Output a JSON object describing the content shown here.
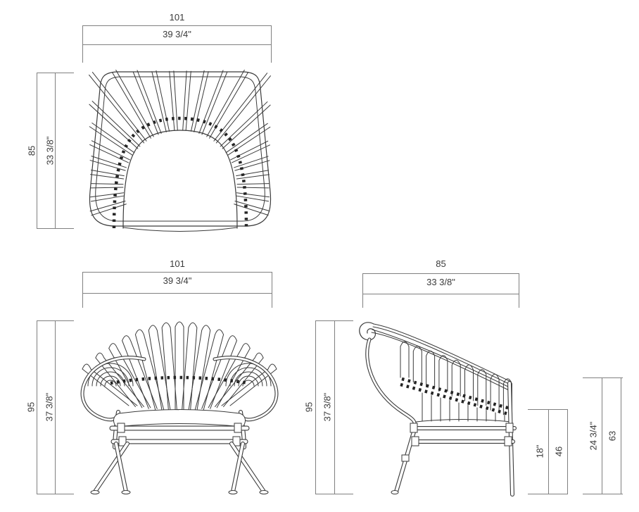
{
  "document": {
    "kind": "furniture-dimension-drawing",
    "views": [
      "top-view",
      "front-view",
      "side-view"
    ]
  },
  "colors": {
    "background": "#ffffff",
    "dim_line": "#808080",
    "text": "#3a3a3a",
    "drawing": "#3a3a3a"
  },
  "dims": {
    "top_width": {
      "cm": "101",
      "inch": "39 3/4\""
    },
    "top_depth": {
      "cm": "85",
      "inch": "33 3/8\""
    },
    "front_width": {
      "cm": "101",
      "inch": "39 3/4\""
    },
    "front_height": {
      "cm": "95",
      "inch": "37 3/8\""
    },
    "side_depth": {
      "cm": "85",
      "inch": "33 3/8\""
    },
    "side_height": {
      "cm": "95",
      "inch": "37 3/8\""
    },
    "seat_height": {
      "cm": "46",
      "inch": "18\""
    },
    "arm_height": {
      "cm": "63",
      "inch": "24 3/4\""
    }
  }
}
